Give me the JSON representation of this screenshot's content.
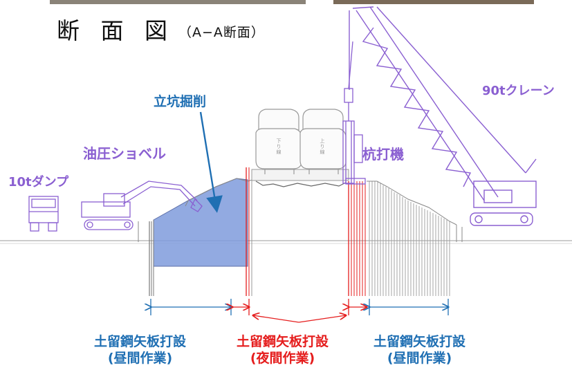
{
  "title": "断 面 図",
  "subtitle": "（A−A断面）",
  "labels": {
    "excavation": "立坑掘削",
    "shovel": "油圧ショベル",
    "dump": "10tダンプ",
    "pile_driver": "杭打機",
    "crane": "90tクレーン",
    "track_down": "下り線",
    "track_up": "上り線"
  },
  "bottom": {
    "left_line1": "土留鋼矢板打設",
    "left_line2": "(昼間作業)",
    "mid_line1": "土留鋼矢板打設",
    "mid_line2": "(夜間作業)",
    "right_line1": "土留鋼矢板打設",
    "right_line2": "(昼間作業)"
  },
  "colors": {
    "day_blue": "#1f6fb3",
    "night_red": "#e51d1d",
    "machine_purple": "#8a5fd1",
    "excavation_fill": "#7f9bdc"
  }
}
